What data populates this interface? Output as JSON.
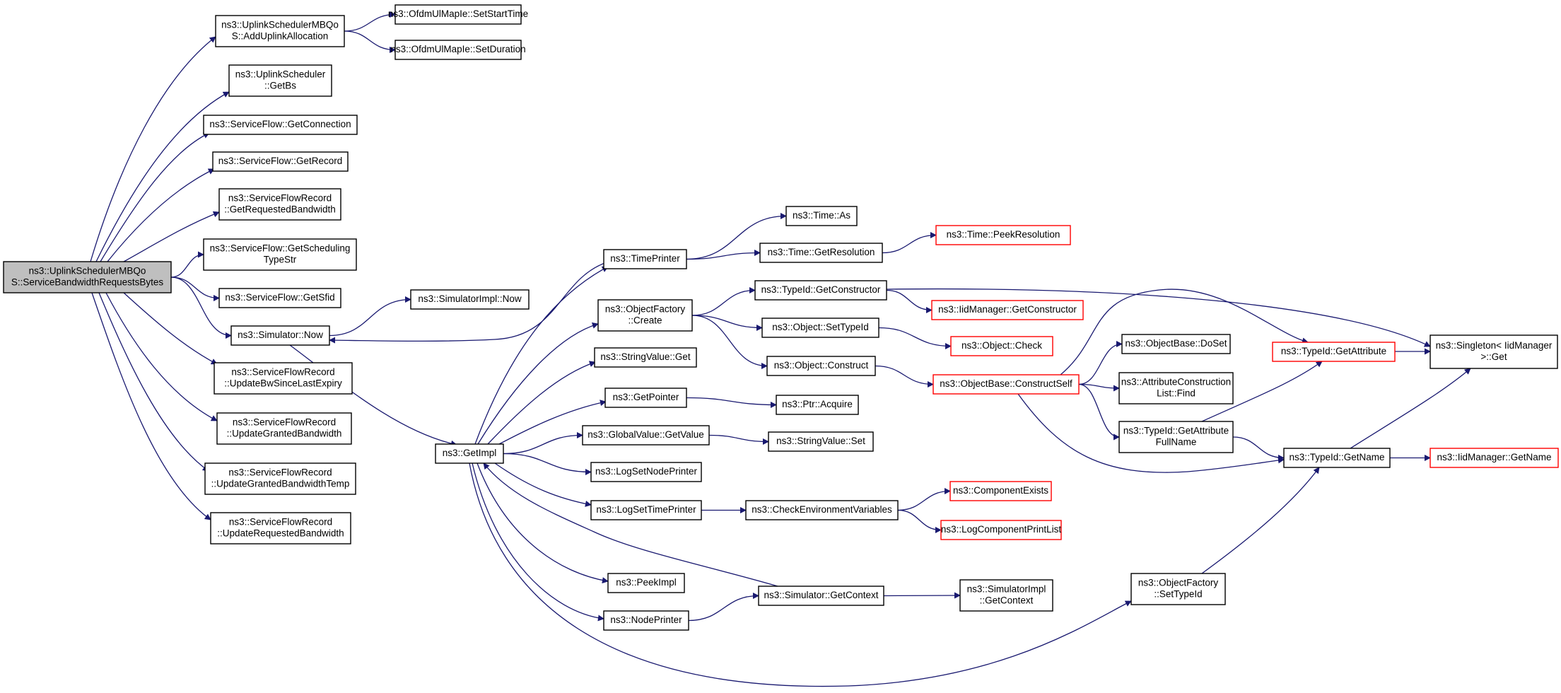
{
  "nodes": {
    "root": {
      "lines": [
        "ns3::UplinkSchedulerMBQo",
        "S::ServiceBandwidthRequestsBytes"
      ],
      "red": false,
      "root": true
    },
    "addUplink": {
      "lines": [
        "ns3::UplinkSchedulerMBQo",
        "S::AddUplinkAllocation"
      ],
      "red": false
    },
    "setStartTime": {
      "lines": [
        "ns3::OfdmUlMapIe::SetStartTime"
      ],
      "red": false
    },
    "setDuration": {
      "lines": [
        "ns3::OfdmUlMapIe::SetDuration"
      ],
      "red": false
    },
    "getBs": {
      "lines": [
        "ns3::UplinkScheduler",
        "::GetBs"
      ],
      "red": false
    },
    "getConnection": {
      "lines": [
        "ns3::ServiceFlow::GetConnection"
      ],
      "red": false
    },
    "getRecord": {
      "lines": [
        "ns3::ServiceFlow::GetRecord"
      ],
      "red": false
    },
    "getReqBw": {
      "lines": [
        "ns3::ServiceFlowRecord",
        "::GetRequestedBandwidth"
      ],
      "red": false
    },
    "getSchedTypeStr": {
      "lines": [
        "ns3::ServiceFlow::GetScheduling",
        "TypeStr"
      ],
      "red": false
    },
    "getSfid": {
      "lines": [
        "ns3::ServiceFlow::GetSfid"
      ],
      "red": false
    },
    "simNow": {
      "lines": [
        "ns3::Simulator::Now"
      ],
      "red": false
    },
    "simImplNow": {
      "lines": [
        "ns3::SimulatorImpl::Now"
      ],
      "red": false
    },
    "updBwSince": {
      "lines": [
        "ns3::ServiceFlowRecord",
        "::UpdateBwSinceLastExpiry"
      ],
      "red": false
    },
    "updGranted": {
      "lines": [
        "ns3::ServiceFlowRecord",
        "::UpdateGrantedBandwidth"
      ],
      "red": false
    },
    "updGrantedTemp": {
      "lines": [
        "ns3::ServiceFlowRecord",
        "::UpdateGrantedBandwidthTemp"
      ],
      "red": false
    },
    "updRequested": {
      "lines": [
        "ns3::ServiceFlowRecord",
        "::UpdateRequestedBandwidth"
      ],
      "red": false
    },
    "getImpl": {
      "lines": [
        "ns3::GetImpl"
      ],
      "red": false
    },
    "timePrinter": {
      "lines": [
        "ns3::TimePrinter"
      ],
      "red": false
    },
    "timeAs": {
      "lines": [
        "ns3::Time::As"
      ],
      "red": false
    },
    "timeGetRes": {
      "lines": [
        "ns3::Time::GetResolution"
      ],
      "red": false
    },
    "timePeekRes": {
      "lines": [
        "ns3::Time::PeekResolution"
      ],
      "red": true
    },
    "objFactoryCreate": {
      "lines": [
        "ns3::ObjectFactory",
        "::Create"
      ],
      "red": false
    },
    "typeIdGetCtor": {
      "lines": [
        "ns3::TypeId::GetConstructor"
      ],
      "red": false
    },
    "iidMgrGetCtor": {
      "lines": [
        "ns3::IidManager::GetConstructor"
      ],
      "red": true
    },
    "objSetTypeId": {
      "lines": [
        "ns3::Object::SetTypeId"
      ],
      "red": false
    },
    "objCheck": {
      "lines": [
        "ns3::Object::Check"
      ],
      "red": true
    },
    "objConstruct": {
      "lines": [
        "ns3::Object::Construct"
      ],
      "red": false
    },
    "objBaseConstructSelf": {
      "lines": [
        "ns3::ObjectBase::ConstructSelf"
      ],
      "red": true
    },
    "objBaseDoSet": {
      "lines": [
        "ns3::ObjectBase::DoSet"
      ],
      "red": false
    },
    "attrConstrFind": {
      "lines": [
        "ns3::AttributeConstruction",
        "List::Find"
      ],
      "red": false
    },
    "typeIdGetAttr": {
      "lines": [
        "ns3::TypeId::GetAttribute"
      ],
      "red": true
    },
    "typeIdGetAttrFull": {
      "lines": [
        "ns3::TypeId::GetAttribute",
        "FullName"
      ],
      "red": false
    },
    "typeIdGetName": {
      "lines": [
        "ns3::TypeId::GetName"
      ],
      "red": false
    },
    "singletonGet": {
      "lines": [
        "ns3::Singleton< IidManager",
        ">::Get"
      ],
      "red": false
    },
    "iidMgrGetName": {
      "lines": [
        "ns3::IidManager::GetName"
      ],
      "red": true
    },
    "stringValueGet": {
      "lines": [
        "ns3::StringValue::Get"
      ],
      "red": false
    },
    "getPointer": {
      "lines": [
        "ns3::GetPointer"
      ],
      "red": false
    },
    "ptrAcquire": {
      "lines": [
        "ns3::Ptr::Acquire"
      ],
      "red": false
    },
    "globalValueGetValue": {
      "lines": [
        "ns3::GlobalValue::GetValue"
      ],
      "red": false
    },
    "stringValueSet": {
      "lines": [
        "ns3::StringValue::Set"
      ],
      "red": false
    },
    "logSetNodePrinter": {
      "lines": [
        "ns3::LogSetNodePrinter"
      ],
      "red": false
    },
    "logSetTimePrinter": {
      "lines": [
        "ns3::LogSetTimePrinter"
      ],
      "red": false
    },
    "checkEnvVars": {
      "lines": [
        "ns3::CheckEnvironmentVariables"
      ],
      "red": false
    },
    "componentExists": {
      "lines": [
        "ns3::ComponentExists"
      ],
      "red": true
    },
    "logCompPrintList": {
      "lines": [
        "ns3::LogComponentPrintList"
      ],
      "red": true
    },
    "peekImpl": {
      "lines": [
        "ns3::PeekImpl"
      ],
      "red": false
    },
    "nodePrinter": {
      "lines": [
        "ns3::NodePrinter"
      ],
      "red": false
    },
    "simGetContext": {
      "lines": [
        "ns3::Simulator::GetContext"
      ],
      "red": false
    },
    "simImplGetContext": {
      "lines": [
        "ns3::SimulatorImpl",
        "::GetContext"
      ],
      "red": false
    },
    "objFactorySetTypeId": {
      "lines": [
        "ns3::ObjectFactory",
        "::SetTypeId"
      ],
      "red": false
    }
  },
  "edges": [
    [
      "root",
      "addUplink"
    ],
    [
      "addUplink",
      "setStartTime"
    ],
    [
      "addUplink",
      "setDuration"
    ],
    [
      "root",
      "getBs"
    ],
    [
      "root",
      "getConnection"
    ],
    [
      "root",
      "getRecord"
    ],
    [
      "root",
      "getReqBw"
    ],
    [
      "root",
      "getSchedTypeStr"
    ],
    [
      "root",
      "getSfid"
    ],
    [
      "root",
      "simNow"
    ],
    [
      "root",
      "updBwSince"
    ],
    [
      "root",
      "updGranted"
    ],
    [
      "root",
      "updGrantedTemp"
    ],
    [
      "root",
      "updRequested"
    ],
    [
      "simNow",
      "simImplNow"
    ],
    [
      "simNow",
      "getImpl"
    ],
    [
      "getImpl",
      "timePrinter"
    ],
    [
      "getImpl",
      "objFactoryCreate"
    ],
    [
      "getImpl",
      "stringValueGet"
    ],
    [
      "getImpl",
      "getPointer"
    ],
    [
      "getImpl",
      "globalValueGetValue"
    ],
    [
      "getImpl",
      "logSetNodePrinter"
    ],
    [
      "getImpl",
      "logSetTimePrinter"
    ],
    [
      "getImpl",
      "peekImpl"
    ],
    [
      "getImpl",
      "nodePrinter"
    ],
    [
      "getImpl",
      "objFactorySetTypeId"
    ],
    [
      "timePrinter",
      "simNow"
    ],
    [
      "timePrinter",
      "timeAs"
    ],
    [
      "timePrinter",
      "timeGetRes"
    ],
    [
      "timeGetRes",
      "timePeekRes"
    ],
    [
      "objFactoryCreate",
      "typeIdGetCtor"
    ],
    [
      "objFactoryCreate",
      "objSetTypeId"
    ],
    [
      "objFactoryCreate",
      "objConstruct"
    ],
    [
      "typeIdGetCtor",
      "iidMgrGetCtor"
    ],
    [
      "typeIdGetCtor",
      "singletonGet"
    ],
    [
      "objSetTypeId",
      "objCheck"
    ],
    [
      "objConstruct",
      "objBaseConstructSelf"
    ],
    [
      "objBaseConstructSelf",
      "objBaseDoSet"
    ],
    [
      "objBaseConstructSelf",
      "attrConstrFind"
    ],
    [
      "objBaseConstructSelf",
      "typeIdGetAttr"
    ],
    [
      "objBaseConstructSelf",
      "typeIdGetAttrFull"
    ],
    [
      "objBaseConstructSelf",
      "typeIdGetName"
    ],
    [
      "typeIdGetAttr",
      "singletonGet"
    ],
    [
      "typeIdGetAttrFull",
      "typeIdGetAttr"
    ],
    [
      "typeIdGetAttrFull",
      "typeIdGetName"
    ],
    [
      "typeIdGetName",
      "singletonGet"
    ],
    [
      "typeIdGetName",
      "iidMgrGetName"
    ],
    [
      "getPointer",
      "ptrAcquire"
    ],
    [
      "globalValueGetValue",
      "stringValueSet"
    ],
    [
      "logSetTimePrinter",
      "checkEnvVars"
    ],
    [
      "checkEnvVars",
      "componentExists"
    ],
    [
      "checkEnvVars",
      "logCompPrintList"
    ],
    [
      "nodePrinter",
      "simGetContext"
    ],
    [
      "simGetContext",
      "getImpl"
    ],
    [
      "simGetContext",
      "simImplGetContext"
    ],
    [
      "objFactorySetTypeId",
      "typeIdGetName"
    ]
  ]
}
